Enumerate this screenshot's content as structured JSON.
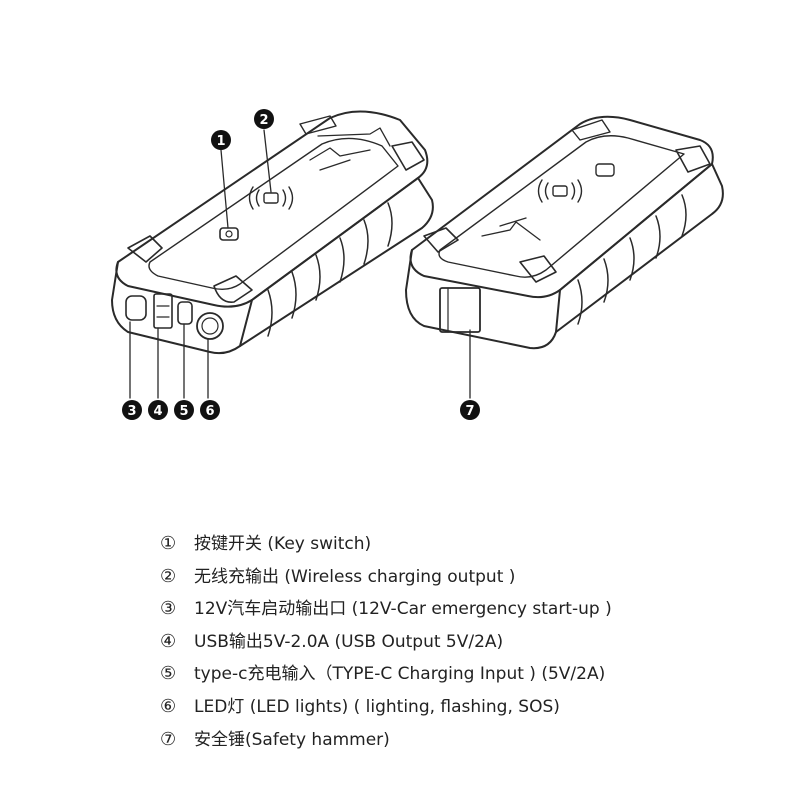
{
  "callouts": [
    "1",
    "2",
    "3",
    "4",
    "5",
    "6",
    "7"
  ],
  "legend": [
    {
      "num": "①",
      "text": "按键开关 (Key switch)"
    },
    {
      "num": "②",
      "text": "无线充输出 (Wireless charging output )"
    },
    {
      "num": "③",
      "text": "12V汽车启动输出口 (12V-Car emergency start-up )"
    },
    {
      "num": "④",
      "text": "USB输出5V-2.0A  (USB Output  5V/2A)"
    },
    {
      "num": "⑤",
      "text": "type-c充电输入（TYPE-C Charging Input ) (5V/2A)"
    },
    {
      "num": "⑥",
      "text": "LED灯 (LED lights)  ( lighting, flashing, SOS)"
    },
    {
      "num": "⑦",
      "text": "安全锤(Safety hammer)"
    }
  ],
  "colors": {
    "line": "#2a2a2a",
    "callout_fill": "#111111",
    "background": "#ffffff"
  }
}
